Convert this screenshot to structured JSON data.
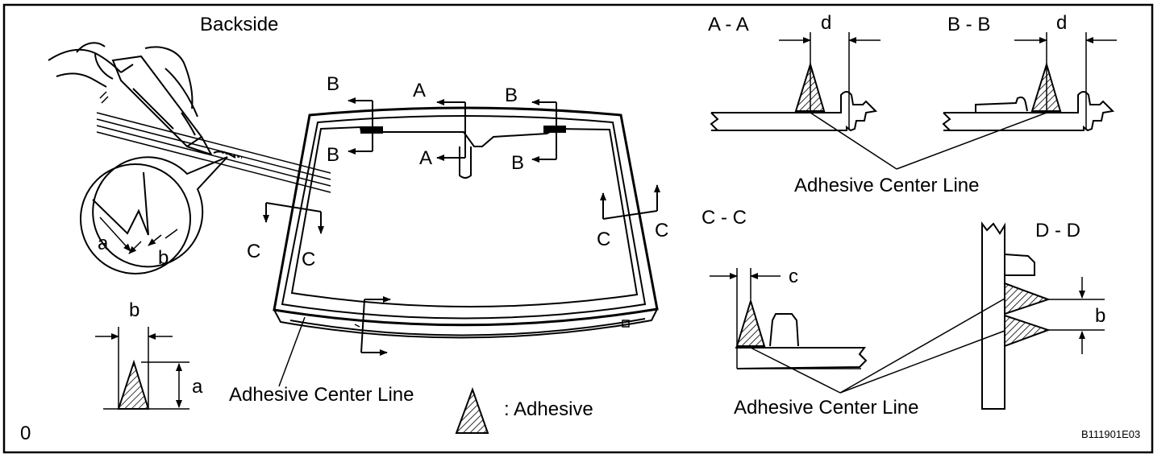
{
  "labels": {
    "backside": "Backside",
    "a": "a",
    "b": "b",
    "c": "c",
    "d": "d",
    "zero": "0",
    "section_A": "A",
    "section_B": "B",
    "section_C": "C",
    "aa": "A - A",
    "bb": "B - B",
    "cc": "C - C",
    "dd": "D - D",
    "adhesive_center_line": "Adhesive Center Line",
    "adhesive_legend": ": Adhesive",
    "figure_code": "B111901E03"
  },
  "colors": {
    "line": "#000000",
    "background": "#ffffff"
  },
  "icons": [
    "adhesive-gun-icon",
    "adhesive-bead-icon"
  ]
}
